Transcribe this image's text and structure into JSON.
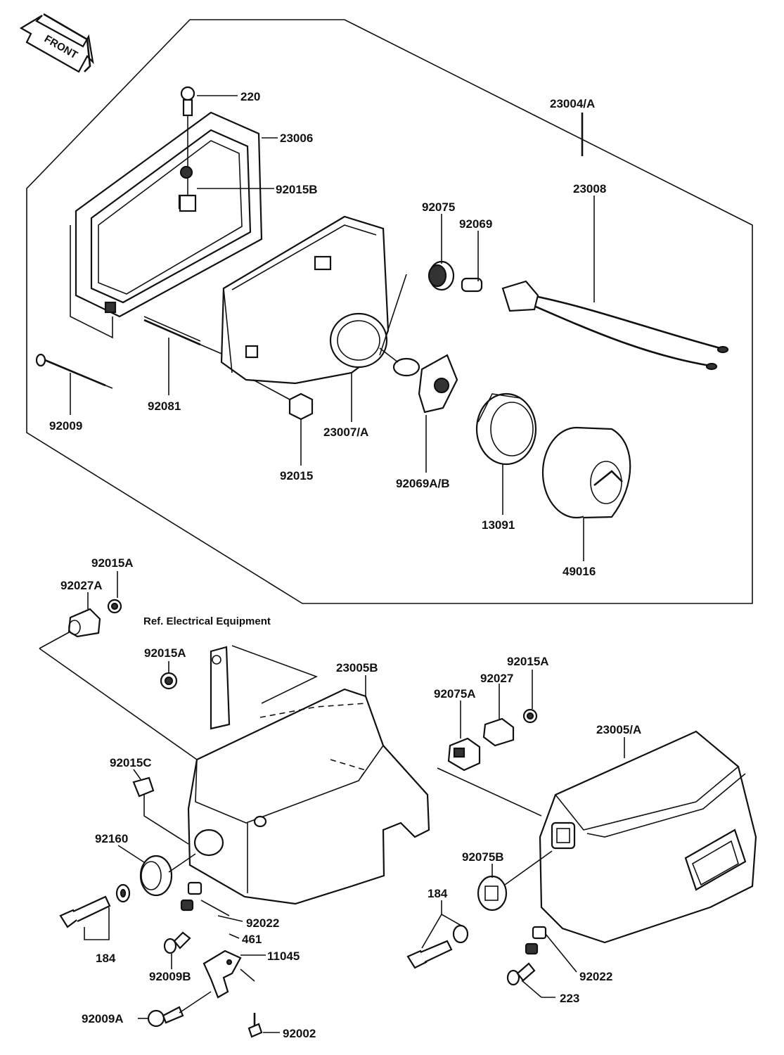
{
  "front_arrow": {
    "text": "FRONT"
  },
  "reference_note": "Ref. Electrical Equipment",
  "parts": {
    "p220": "220",
    "p23004A": "23004/A",
    "p23006": "23006",
    "p92015B": "92015B",
    "p92075": "92075",
    "p92069": "92069",
    "p23008": "23008",
    "p92081": "92081",
    "p92009": "92009",
    "p23007A": "23007/A",
    "p92015": "92015",
    "p92069AB": "92069A/B",
    "p13091": "13091",
    "p49016": "49016",
    "p92015A_1": "92015A",
    "p92027A": "92027A",
    "p92015A_2": "92015A",
    "p23005B": "23005B",
    "p92015A_3": "92015A",
    "p92027": "92027",
    "p92075A": "92075A",
    "p23005A": "23005/A",
    "p92015C": "92015C",
    "p92160": "92160",
    "p92075B": "92075B",
    "p184_1": "184",
    "p184_2": "184",
    "p92022_1": "92022",
    "p461": "461",
    "p11045": "11045",
    "p92009B": "92009B",
    "p92009A": "92009A",
    "p92002": "92002",
    "p92022_2": "92022",
    "p223": "223"
  }
}
